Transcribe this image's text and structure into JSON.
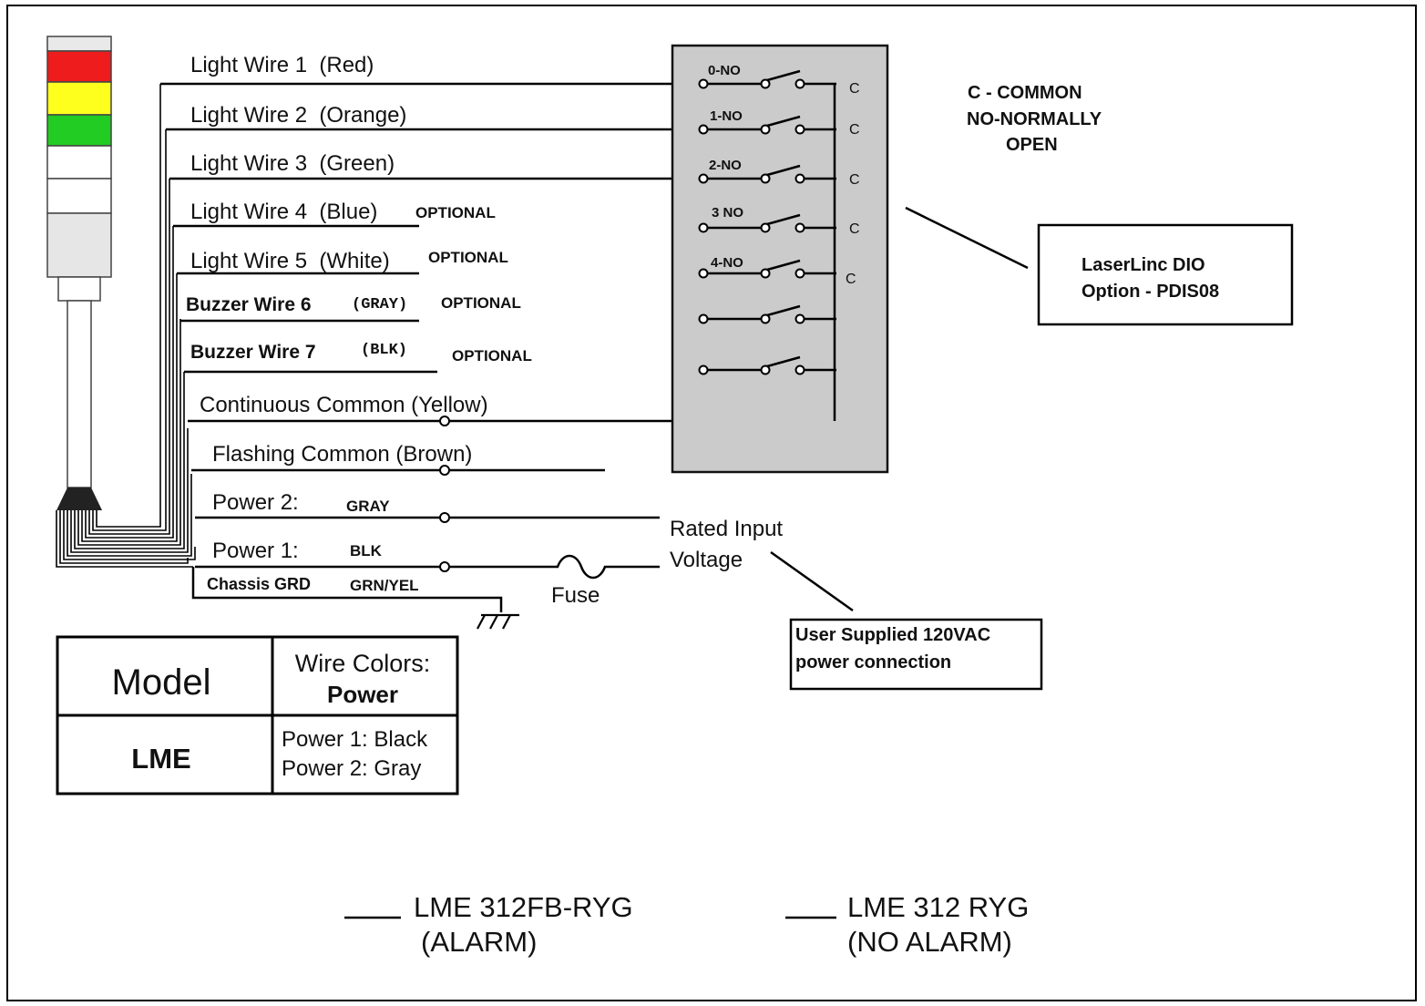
{
  "wires": [
    {
      "label": "Light Wire 1  (Red)",
      "tag": ""
    },
    {
      "label": "Light Wire 2  (Orange)",
      "tag": ""
    },
    {
      "label": "Light Wire 3  (Green)",
      "tag": ""
    },
    {
      "label": "Light Wire 4  (Blue)",
      "tag": "OPTIONAL"
    },
    {
      "label": "Light Wire 5  (White)",
      "tag": "OPTIONAL"
    },
    {
      "label": "Buzzer Wire 6",
      "color": "(GRAY)",
      "tag": "OPTIONAL"
    },
    {
      "label": "Buzzer Wire 7",
      "color": "(BLK)",
      "tag": "OPTIONAL"
    },
    {
      "label": "Continuous Common (Yellow)"
    },
    {
      "label": "Flashing Common (Brown)"
    },
    {
      "label": "Power 2:",
      "color": "GRAY"
    },
    {
      "label": "Power 1:",
      "color": "BLK"
    },
    {
      "label": "Chassis GRD",
      "color": "GRN/YEL"
    }
  ],
  "io_module": {
    "switches": [
      "0-NO",
      "1-NO",
      "2-NO",
      "3 NO",
      "4-NO"
    ],
    "common_label": "C"
  },
  "legend": {
    "lines": [
      "C - COMMON",
      "NO-NORMALLY",
      "OPEN"
    ]
  },
  "laserlinc_box": {
    "line1": "LaserLinc DIO",
    "line2": "Option - PDIS08"
  },
  "power_input": {
    "line1": "Rated Input",
    "line2": "Voltage",
    "fuse": "Fuse"
  },
  "user_box": {
    "line1": "User Supplied 120VAC",
    "line2": "power connection"
  },
  "model_table": {
    "header_model": "Model",
    "header_wire_colors": "Wire Colors:",
    "header_power": "Power",
    "model": "LME",
    "power1": "Power 1: Black",
    "power2": "Power 2: Gray"
  },
  "options": [
    {
      "name": "LME 312FB-RYG",
      "desc": "(ALARM)"
    },
    {
      "name": "LME 312 RYG",
      "desc": "(NO ALARM)"
    }
  ],
  "colors": {
    "red": "#ee1c1c",
    "yellow": "#ffff1e",
    "green": "#22cc22",
    "module_gray": "#cbcbcb"
  }
}
